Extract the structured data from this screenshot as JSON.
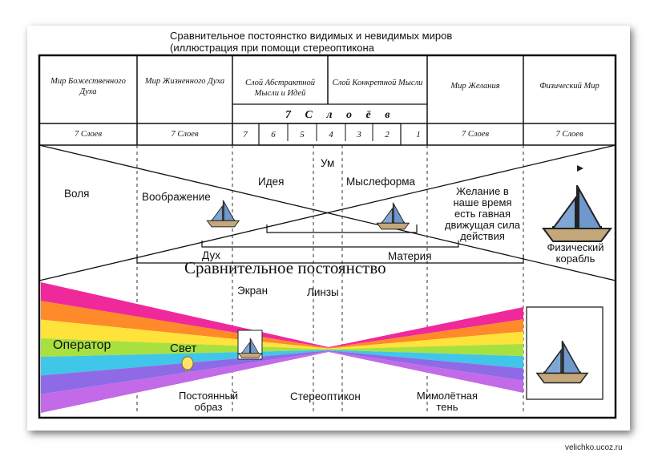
{
  "title": {
    "line1": "Сравнительное постоянстко видимых и невидимых миров",
    "line2": "(иллюстрация при помощи стереоптикона"
  },
  "header": {
    "columns": [
      "Мир Божественного Духа",
      "Мир Жизненного Духа",
      "Слой Абстрактной Мысли и Идей",
      "Слой Конкретной Мысли",
      "Мир Желания",
      "Физический Мир"
    ],
    "counts": [
      "7 Слоев",
      "7 Слоев",
      "7 Слоев",
      "7 Слоев"
    ],
    "layers_caption": "7 С л о ё в",
    "layer_numbers": [
      "7",
      "6",
      "5",
      "4",
      "3",
      "2",
      "1"
    ]
  },
  "labels": {
    "volya": "Воля",
    "voobrazhenie": "Воображение",
    "ideya": "Идея",
    "um": "Ум",
    "mysleforma": "Мыслеформа",
    "zhelanie": "Желание в наше время есть гавная движущая сила действия",
    "korabl": "Физический корабль",
    "dukh": "Дух",
    "materiya": "Материя",
    "main": "Сравнительное постоянство",
    "ekran": "Экран",
    "linzy": "Линзы",
    "operator": "Оператор",
    "svet": "Свет",
    "postoyanny": "Постоянный образ",
    "stereoptikon": "Стереоптикон",
    "mimoletnaya": "Мимолётная тень"
  },
  "icons": {
    "ship": "sailboat-icon",
    "lamp": "light-bulb-icon"
  },
  "spectrum_colors": [
    "#f0299a",
    "#ff8a2a",
    "#ffe23a",
    "#a8e040",
    "#3fc6e8",
    "#8f6ae6",
    "#c26ae8"
  ],
  "watermark": "velichko.ucoz.ru"
}
